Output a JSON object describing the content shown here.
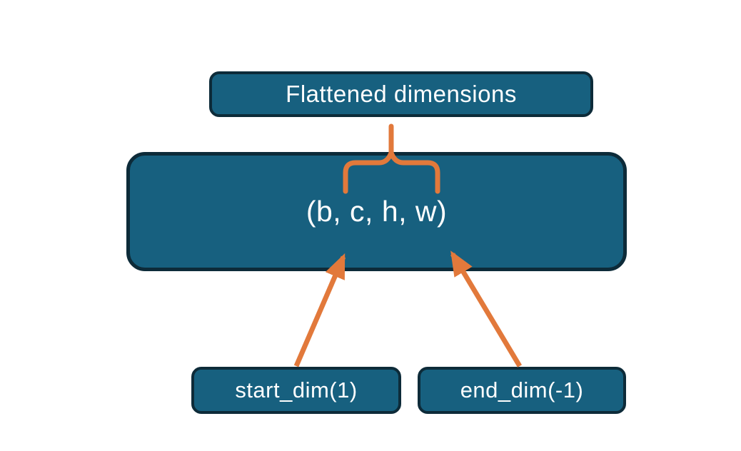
{
  "diagram": {
    "top_box": {
      "label": "Flattened dimensions"
    },
    "main_box": {
      "label": "(b, c, h, w)"
    },
    "bottom_left_box": {
      "label": "start_dim(1)"
    },
    "bottom_right_box": {
      "label": "end_dim(-1)"
    },
    "colors": {
      "background": "#FFFFFF",
      "box_fill": "#17607F",
      "box_border": "#0D2B39",
      "connector_orange": "#E2793B",
      "text": "#FFFFFF"
    }
  }
}
